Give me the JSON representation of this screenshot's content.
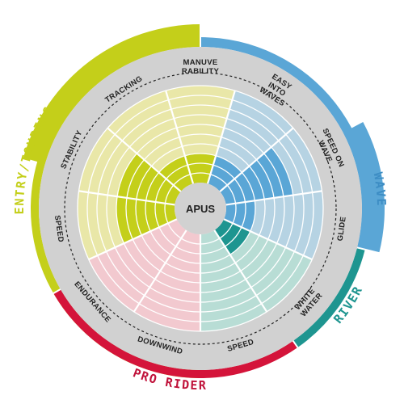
{
  "chart_data": {
    "type": "radar",
    "title": "APUS",
    "levels": 10,
    "max": 10,
    "categories": [
      {
        "label": "MANUVE RABILITY",
        "lines": [
          "MANUVE",
          "RABILITY"
        ],
        "value": 3,
        "group": "ENTRY/TOURING"
      },
      {
        "label": "EASY INTO WAVES",
        "lines": [
          "EASY",
          "INTO",
          "WAVES"
        ],
        "value": 3,
        "group": "WAVE"
      },
      {
        "label": "SPEED ON WAVE",
        "lines": [
          "SPEED ON",
          "WAVE"
        ],
        "value": 7,
        "group": "WAVE"
      },
      {
        "label": "GLIDE",
        "lines": [
          "GLIDE"
        ],
        "value": 3,
        "group": "WAVE"
      },
      {
        "label": "WHITE WATER",
        "lines": [
          "WHITE",
          "WATER"
        ],
        "value": 3,
        "group": "RIVER"
      },
      {
        "label": "SPEED",
        "lines": [
          "SPEED"
        ],
        "value": 0,
        "group": "RIVER"
      },
      {
        "label": "DOWNWIND",
        "lines": [
          "DOWNWIND"
        ],
        "value": 0,
        "group": "PRO RIDER"
      },
      {
        "label": "ENDURANCE",
        "lines": [
          "ENDURANCE"
        ],
        "value": 0,
        "group": "PRO RIDER"
      },
      {
        "label": "SPEED",
        "lines": [
          "SPEED"
        ],
        "value": 6,
        "group": "ENTRY/TOURING"
      },
      {
        "label": "STABILITY",
        "lines": [
          "STABILITY"
        ],
        "value": 6,
        "group": "ENTRY/TOURING"
      },
      {
        "label": "TRACKING",
        "lines": [
          "TRACKING"
        ],
        "value": 3,
        "group": "ENTRY/TOURING"
      }
    ],
    "groups": [
      {
        "name": "ENTRY/TOURING",
        "color": "#c4cf1a",
        "light": "#e9e7a8"
      },
      {
        "name": "WAVE",
        "color": "#5aa6d6",
        "light": "#b6d3e3"
      },
      {
        "name": "RIVER",
        "color": "#1e9590",
        "light": "#b8ddd5"
      },
      {
        "name": "PRO RIDER",
        "color": "#d4143a",
        "light": "#f2c9cf"
      }
    ]
  }
}
